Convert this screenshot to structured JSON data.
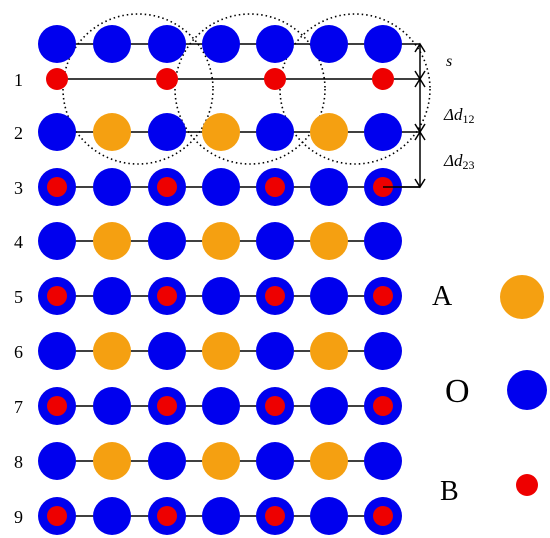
{
  "layers": [
    {
      "label": "",
      "pattern": "O-O-O-O-O-O-O"
    },
    {
      "label": "1",
      "pattern": "B---B---B---B"
    },
    {
      "label": "2",
      "pattern": "O-A-O-A-O-A-O"
    },
    {
      "label": "3",
      "pattern": "OB-O-OB-O-OB-O-OB"
    },
    {
      "label": "4",
      "pattern": "O-A-O-A-O-A-O"
    },
    {
      "label": "5",
      "pattern": "OB-O-OB-O-OB-O-OB"
    },
    {
      "label": "6",
      "pattern": "O-A-O-A-O-A-O"
    },
    {
      "label": "7",
      "pattern": "OB-O-OB-O-OB-O-OB"
    },
    {
      "label": "8",
      "pattern": "O-A-O-A-O-A-O"
    },
    {
      "label": "9",
      "pattern": "OB-O-OB-O-OB-O-OB"
    }
  ],
  "dimensions": {
    "s": "s",
    "d12_main": "Δd",
    "d12_sub": "12",
    "d23_main": "Δd",
    "d23_sub": "23"
  },
  "legend": [
    {
      "label": "A",
      "color": "#f5a011",
      "kind": "A"
    },
    {
      "label": "O",
      "color": "#0000ee",
      "kind": "O"
    },
    {
      "label": "B",
      "color": "#ee0000",
      "kind": "B"
    }
  ],
  "colors": {
    "A": "#f5a011",
    "O": "#0000ee",
    "B": "#ee0000",
    "line": "#000000"
  }
}
